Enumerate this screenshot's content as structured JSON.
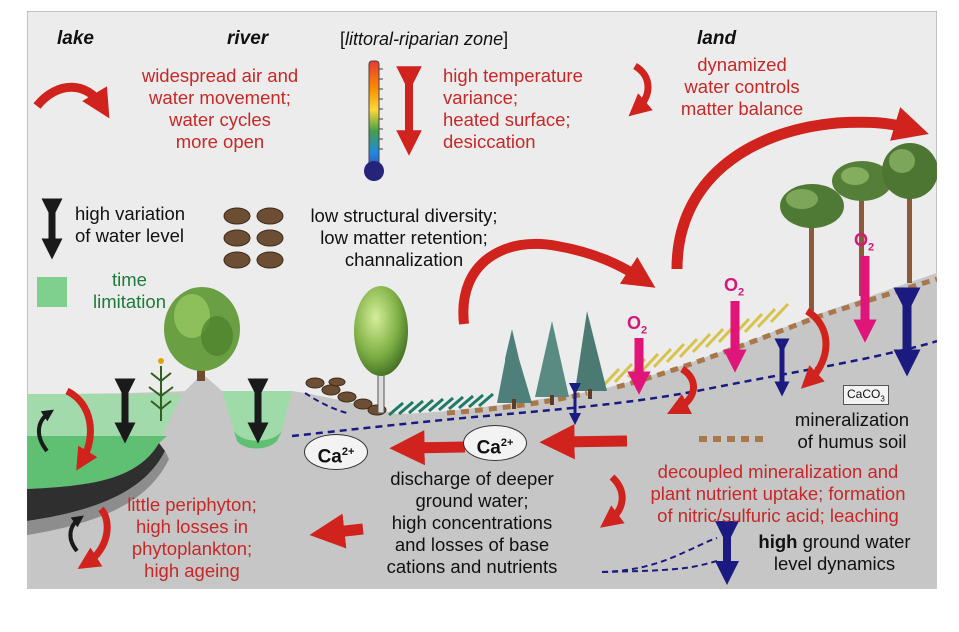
{
  "headers": {
    "lake": "lake",
    "river": "river",
    "zone": "[littoral-riparian zone]",
    "zone_prefix": "[",
    "zone_name": "littoral-riparian zone",
    "zone_suffix": "]",
    "land": "land"
  },
  "labels": {
    "air_water": [
      "widespread air and",
      "water movement;",
      "water cycles",
      "more open"
    ],
    "temperature": [
      "high temperature",
      "variance;",
      "heated surface;",
      "desiccation"
    ],
    "dynamized": [
      "dynamized",
      "water controls",
      "matter balance"
    ],
    "water_level": [
      "high variation",
      "of water level"
    ],
    "structural": [
      "low structural diversity;",
      "low matter retention;",
      "channalization"
    ],
    "time_limitation": [
      "time",
      "limitation"
    ],
    "mineralization": [
      "mineralization",
      "of humus soil"
    ],
    "decoupled": [
      "decoupled mineralization and",
      "plant nutrient uptake; formation",
      "of nitric/sulfuric acid; leaching"
    ],
    "discharge": [
      "discharge of deeper",
      "ground water;",
      "high concentrations",
      "and losses of base",
      "cations and nutrients"
    ],
    "periphyton": [
      "little periphyton;",
      "high losses in",
      "phytoplankton;",
      "high ageing"
    ],
    "groundwater_bold": "high",
    "groundwater_rest": " ground water",
    "groundwater_line2": "level dynamics",
    "ca_base": "Ca",
    "ca_charge": "2+",
    "o2_base": "O",
    "o2_sub": "2",
    "caco3_base": "CaCO",
    "caco3_sub": "3"
  },
  "colors": {
    "text_red": "#c62828",
    "arrow_red": "#d0231d",
    "oxygen_magenta": "#e0157a",
    "groundwater_navy": "#1a1a80",
    "ground_gray": "#c6c6c6",
    "lake_green": "#7fd08f",
    "sky_gray": "#ececec",
    "humus_brown": "#a8784a",
    "litter_yellow": "#d8c34a",
    "litter_teal": "#1f7a66"
  },
  "icons": [
    "curved-arrow-icon",
    "double-arrow-icon",
    "thermometer-icon",
    "pebbles-icon",
    "tree-icon",
    "oxygen-arrow-icon",
    "cycle-arrow-icon"
  ]
}
